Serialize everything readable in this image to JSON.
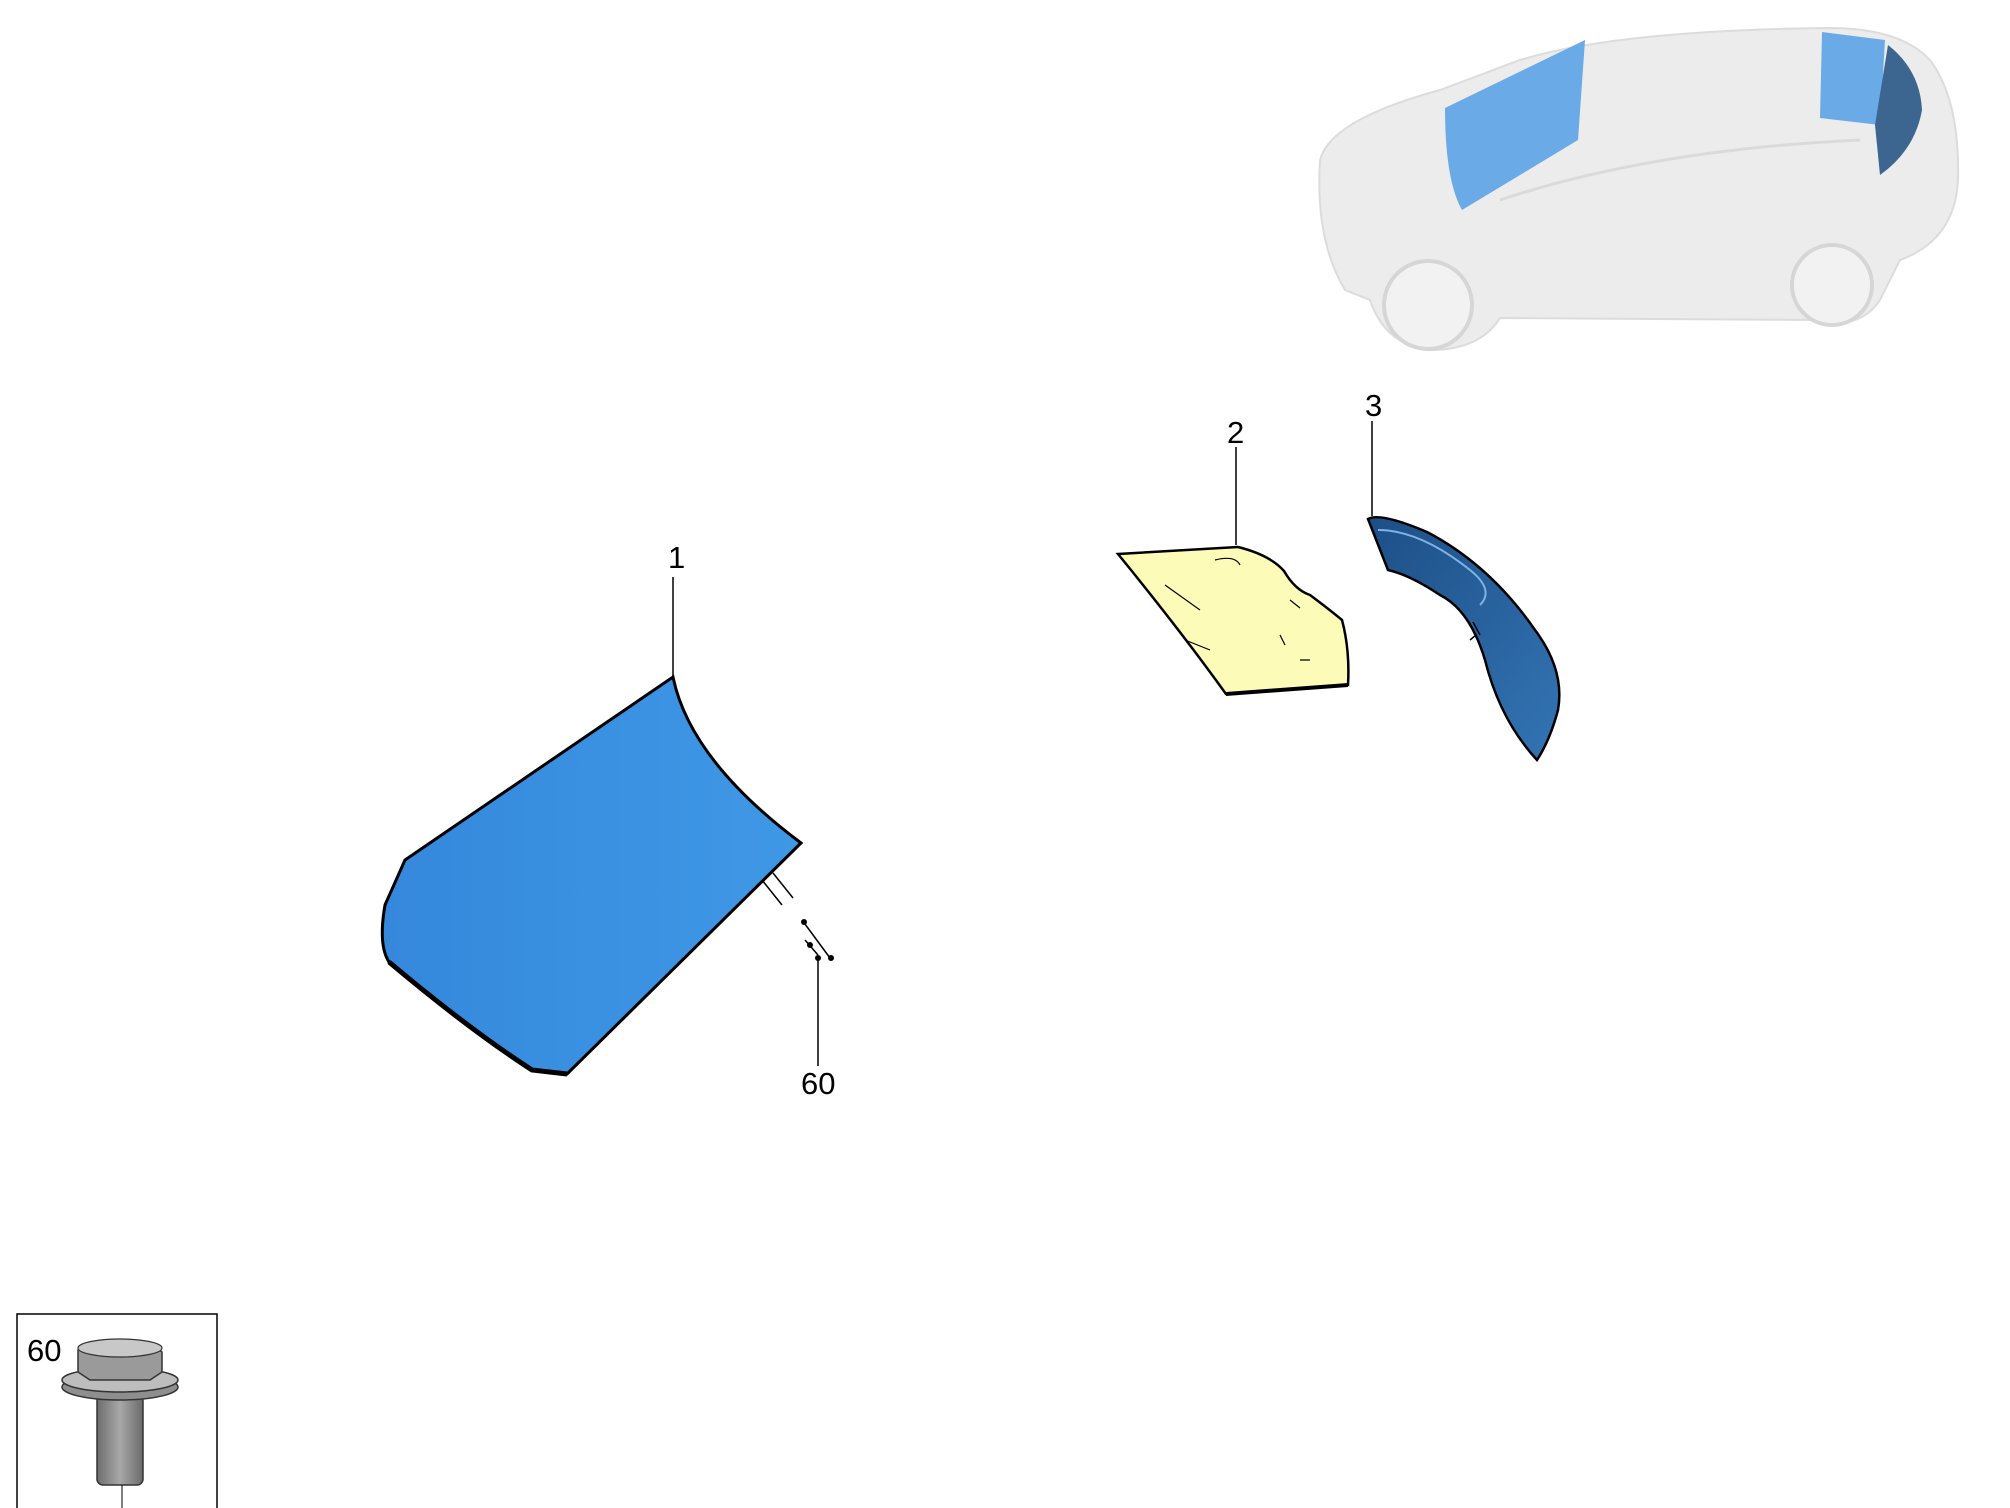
{
  "diagram": {
    "callouts": [
      {
        "id": "1",
        "label": "1"
      },
      {
        "id": "2",
        "label": "2"
      },
      {
        "id": "3",
        "label": "3"
      },
      {
        "id": "60",
        "label": "60"
      }
    ],
    "inset": {
      "label": "60"
    },
    "colors": {
      "windshield": "#3b8fe0",
      "roof_glass": "#fdfbb8",
      "rear_glass": "#2f6aa8",
      "car_body": "#e8e8e8",
      "car_highlight": "#6aaae6"
    }
  }
}
